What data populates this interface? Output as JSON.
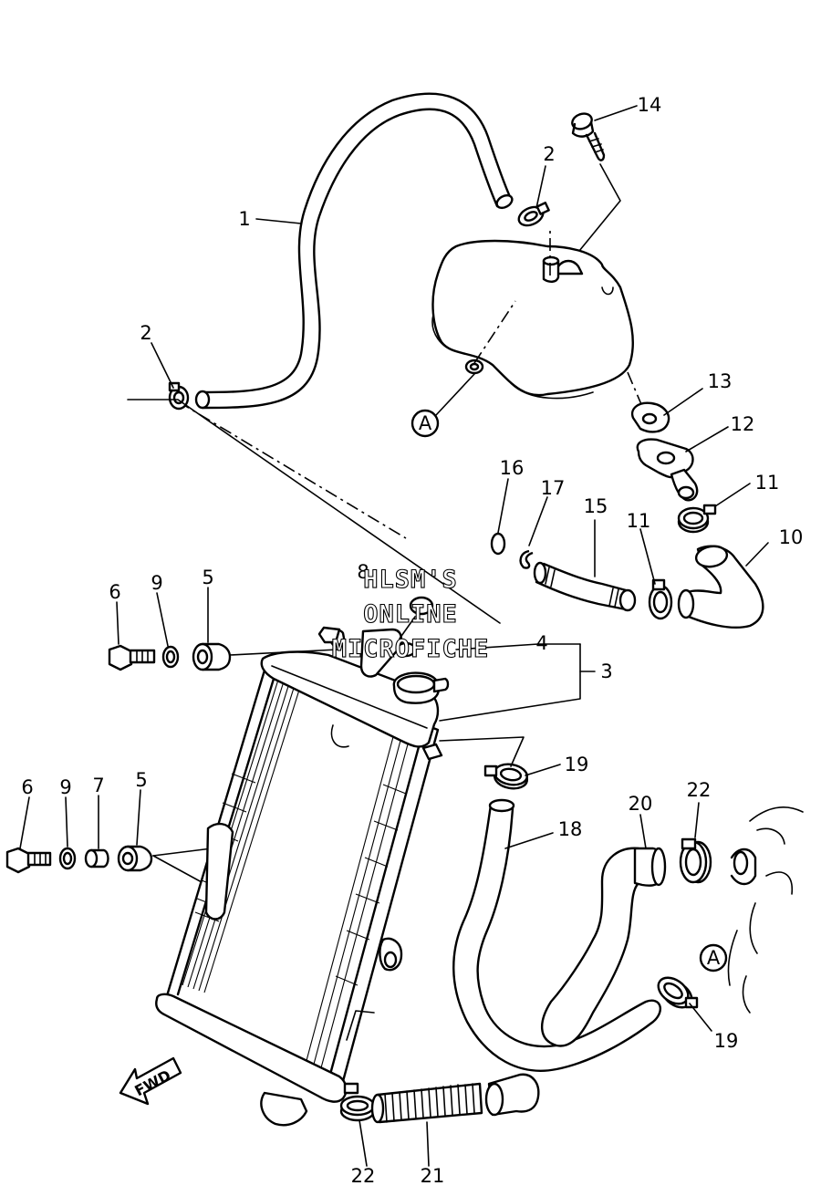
{
  "watermark": {
    "line1": "HLSM'S",
    "line2": "ONLINE",
    "line3": "MICROFICHE"
  },
  "direction_arrow_label": "FWD",
  "reference_marker_label": "A",
  "callouts": [
    {
      "id": "c1",
      "label": "1"
    },
    {
      "id": "c2a",
      "label": "2"
    },
    {
      "id": "c2b",
      "label": "2"
    },
    {
      "id": "c3",
      "label": "3"
    },
    {
      "id": "c4",
      "label": "4"
    },
    {
      "id": "c5a",
      "label": "5"
    },
    {
      "id": "c5b",
      "label": "5"
    },
    {
      "id": "c6a",
      "label": "6"
    },
    {
      "id": "c6b",
      "label": "6"
    },
    {
      "id": "c7",
      "label": "7"
    },
    {
      "id": "c8",
      "label": "8"
    },
    {
      "id": "c9a",
      "label": "9"
    },
    {
      "id": "c9b",
      "label": "9"
    },
    {
      "id": "c10",
      "label": "10"
    },
    {
      "id": "c11a",
      "label": "11"
    },
    {
      "id": "c11b",
      "label": "11"
    },
    {
      "id": "c12",
      "label": "12"
    },
    {
      "id": "c13",
      "label": "13"
    },
    {
      "id": "c14",
      "label": "14"
    },
    {
      "id": "c15",
      "label": "15"
    },
    {
      "id": "c16",
      "label": "16"
    },
    {
      "id": "c17",
      "label": "17"
    },
    {
      "id": "c18",
      "label": "18"
    },
    {
      "id": "c19a",
      "label": "19"
    },
    {
      "id": "c19b",
      "label": "19"
    },
    {
      "id": "c20",
      "label": "20"
    },
    {
      "id": "c21",
      "label": "21"
    },
    {
      "id": "c22a",
      "label": "22"
    },
    {
      "id": "c22b",
      "label": "22"
    }
  ]
}
